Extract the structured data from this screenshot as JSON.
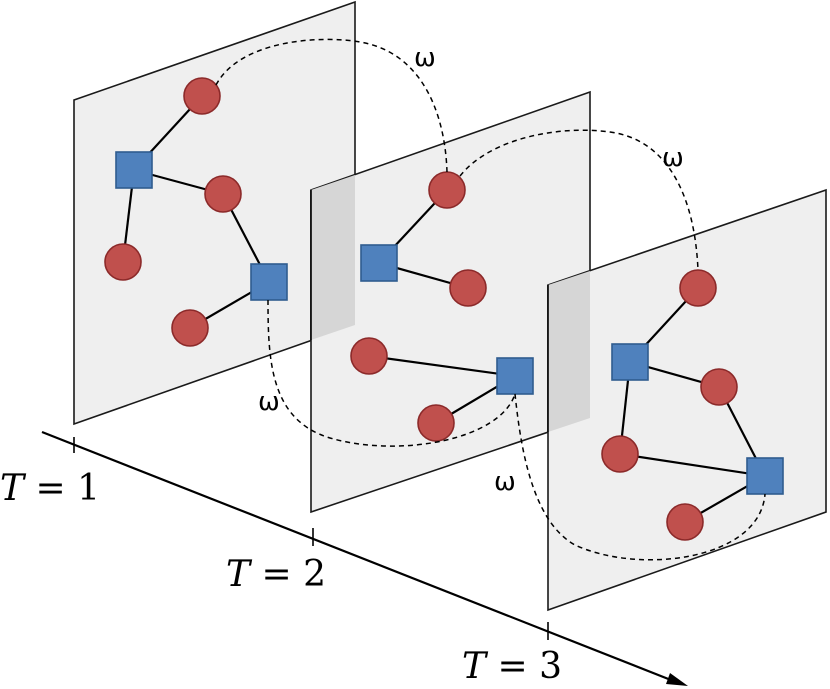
{
  "diagram": {
    "coupling_label": "ω",
    "colors": {
      "circle_fill": "#c0504d",
      "square_fill": "#4f81bd",
      "plane_fill": "#efefef",
      "plane_overlap": "#d6d6d6"
    },
    "node_shapes": [
      "circle",
      "square"
    ],
    "layers": [
      {
        "label_var": "T",
        "label_eq": " = ",
        "label_num": "1"
      },
      {
        "label_var": "T",
        "label_eq": " = ",
        "label_num": "2"
      },
      {
        "label_var": "T",
        "label_eq": " = ",
        "label_num": "3"
      }
    ]
  }
}
